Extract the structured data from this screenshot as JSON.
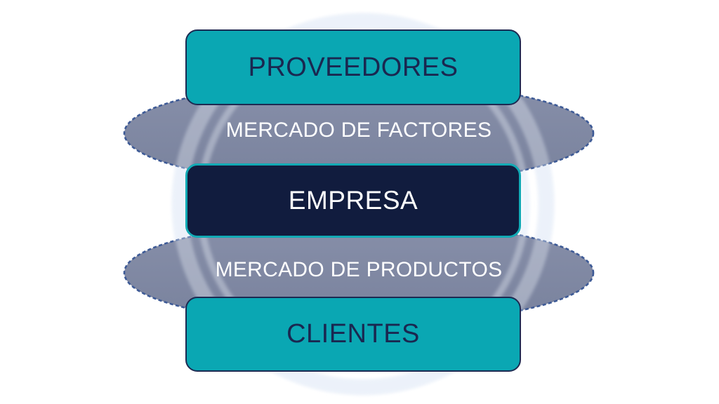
{
  "diagram": {
    "nodes": {
      "proveedores": {
        "label": "PROVEEDORES"
      },
      "mercado_factores": {
        "label": "MERCADO DE FACTORES"
      },
      "empresa": {
        "label": "EMPRESA"
      },
      "mercado_productos": {
        "label": "MERCADO DE PRODUCTOS"
      },
      "clientes": {
        "label": "CLIENTES"
      }
    },
    "colors": {
      "teal_box_fill": "#0AA7B3",
      "teal_box_border": "#1D2A52",
      "navy_box_fill": "#111C3E",
      "navy_box_border_teal": "#12AAB5",
      "market_ellipse_fill": "#7F88A2",
      "market_ellipse_dashed_border": "#3D5A96",
      "watermark_ring": "#EAF0F9",
      "navy_text": "#1A2750",
      "white_text": "#FFFFFF",
      "background": "#FFFFFF"
    }
  }
}
